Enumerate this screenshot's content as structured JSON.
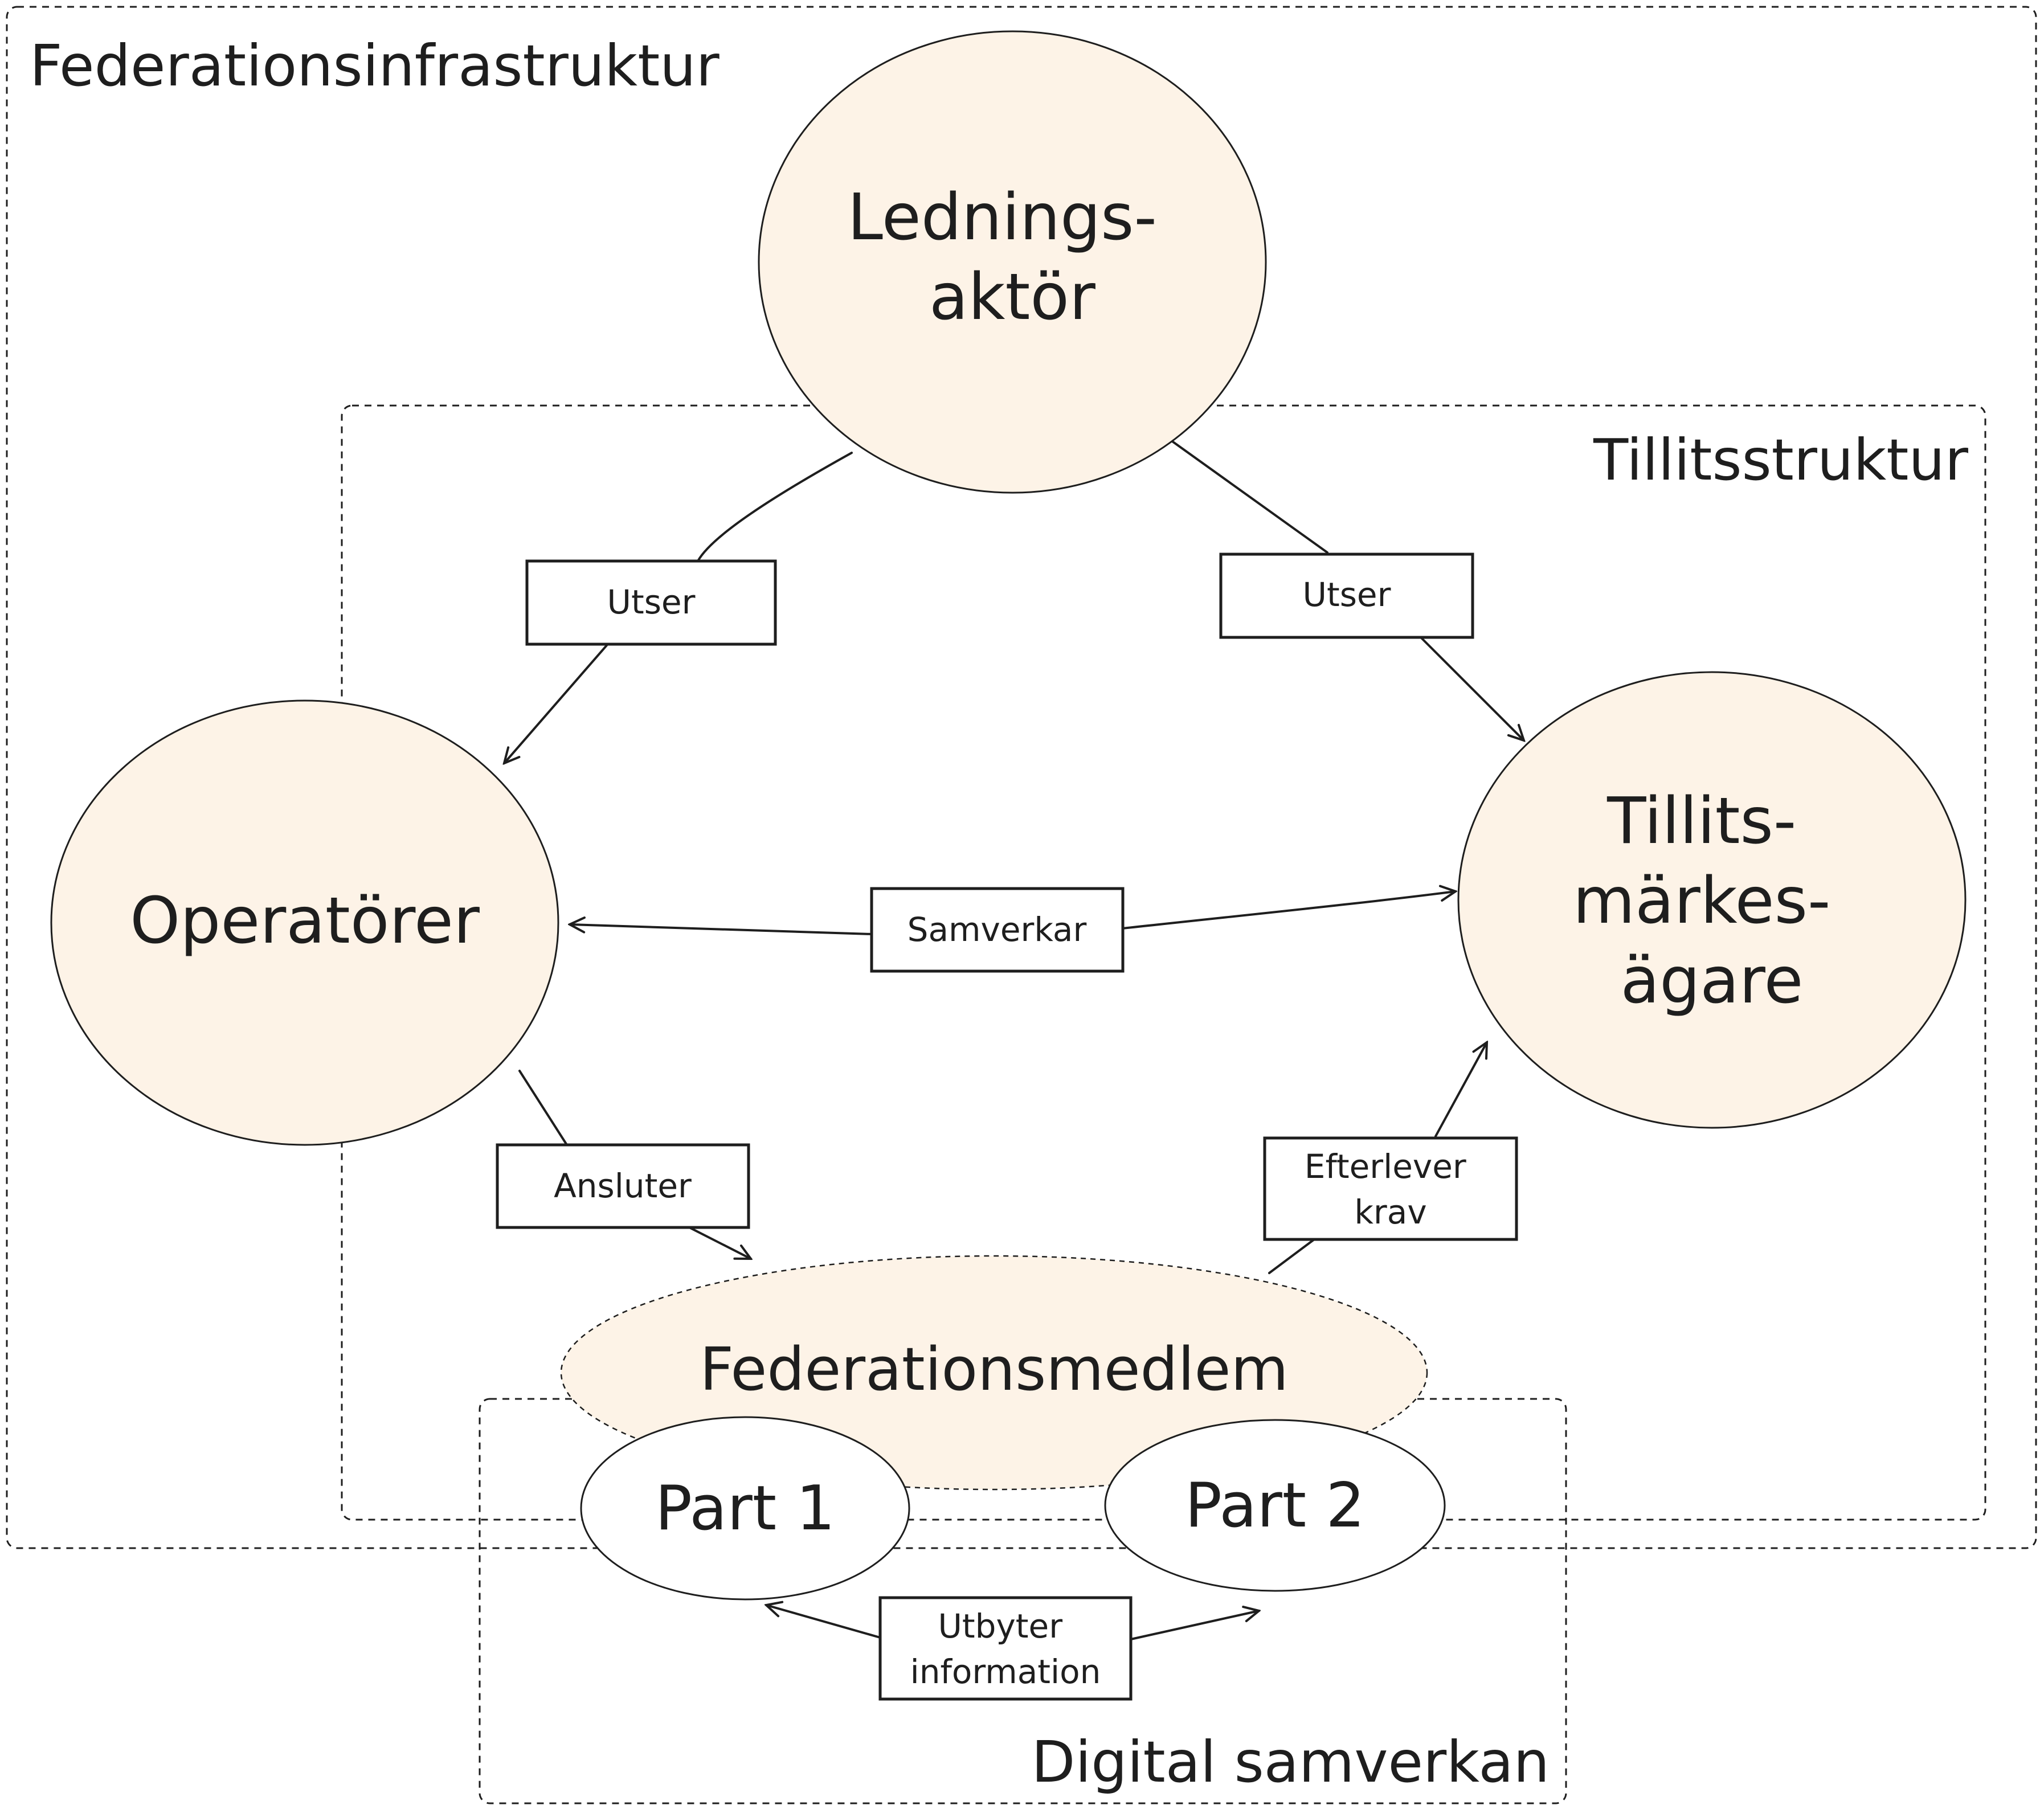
{
  "colors": {
    "actor_fill": "#fdf3e7",
    "stroke": "#1e1e1e",
    "party_fill": "#ffffff"
  },
  "regions": {
    "federation_infrastructure": "Federationsinfrastruktur",
    "trust_structure": "Tillitsstruktur",
    "digital_collaboration": "Digital samverkan"
  },
  "actors": {
    "governing_actor": [
      "Lednings-",
      "aktör"
    ],
    "operators": [
      "Operatörer"
    ],
    "trustmark_owner": [
      "Tillits-",
      "märkes-",
      "ägare"
    ]
  },
  "federation_member": "Federationsmedlem",
  "parties": {
    "part1": "Part 1",
    "part2": "Part 2"
  },
  "edges": {
    "appoints_operators": [
      "Utser"
    ],
    "appoints_trustmark_owner": [
      "Utser"
    ],
    "collaborates": [
      "Samverkar"
    ],
    "connects": [
      "Ansluter"
    ],
    "complies": [
      "Efterlever",
      "krav"
    ],
    "exchanges": [
      "Utbyter",
      "information"
    ]
  }
}
